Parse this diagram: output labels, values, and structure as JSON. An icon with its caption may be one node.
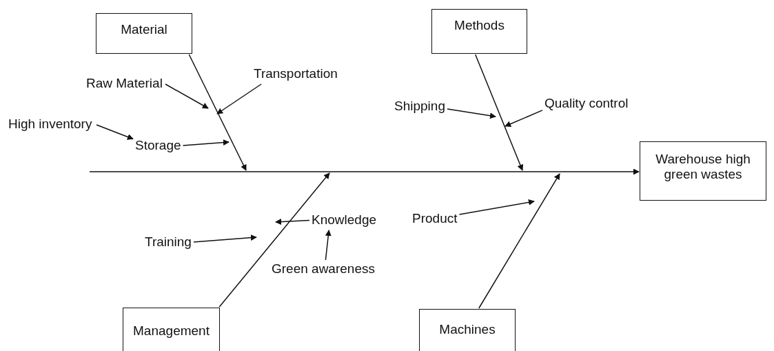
{
  "diagram": {
    "nodes": [
      {
        "text": [
          "Material"
        ]
      },
      {
        "text": [
          "Methods"
        ]
      },
      {
        "text": [
          "Transportation"
        ]
      },
      {
        "text": [
          "Raw Material"
        ]
      },
      {
        "text": [
          "Quality control"
        ]
      },
      {
        "text": [
          "Shipping"
        ]
      },
      {
        "text": [
          "High inventory"
        ]
      },
      {
        "text": [
          "Storage"
        ]
      },
      {
        "text": [
          "Warehouse high green wastes"
        ]
      },
      {
        "text": [
          "Knowledge"
        ]
      },
      {
        "text": [
          "Product"
        ]
      },
      {
        "text": [
          "Training"
        ]
      },
      {
        "text": [
          "Green awareness"
        ]
      },
      {
        "text": [
          "Management"
        ]
      },
      {
        "text": [
          "Machines"
        ]
      }
    ],
    "edges": [
      {
        "from": null,
        "to": 8,
        "arrow": "to"
      },
      {
        "from": 0,
        "to": null,
        "arrow": "to"
      },
      {
        "from": 1,
        "to": null,
        "arrow": "to"
      },
      {
        "from": 13,
        "to": null,
        "arrow": "to"
      },
      {
        "from": 14,
        "to": null,
        "arrow": "to"
      },
      {
        "from": 3,
        "to": null,
        "arrow": "to"
      },
      {
        "from": 2,
        "to": null,
        "arrow": "to"
      },
      {
        "from": 6,
        "to": 7,
        "arrow": "to"
      },
      {
        "from": 7,
        "to": null,
        "arrow": "to"
      },
      {
        "from": 5,
        "to": null,
        "arrow": "to"
      },
      {
        "from": 4,
        "to": null,
        "arrow": "to"
      },
      {
        "from": 9,
        "to": null,
        "arrow": "to"
      },
      {
        "from": 12,
        "to": 9,
        "arrow": "to"
      },
      {
        "from": 11,
        "to": null,
        "arrow": "to"
      },
      {
        "from": 10,
        "to": null,
        "arrow": "to"
      }
    ]
  }
}
